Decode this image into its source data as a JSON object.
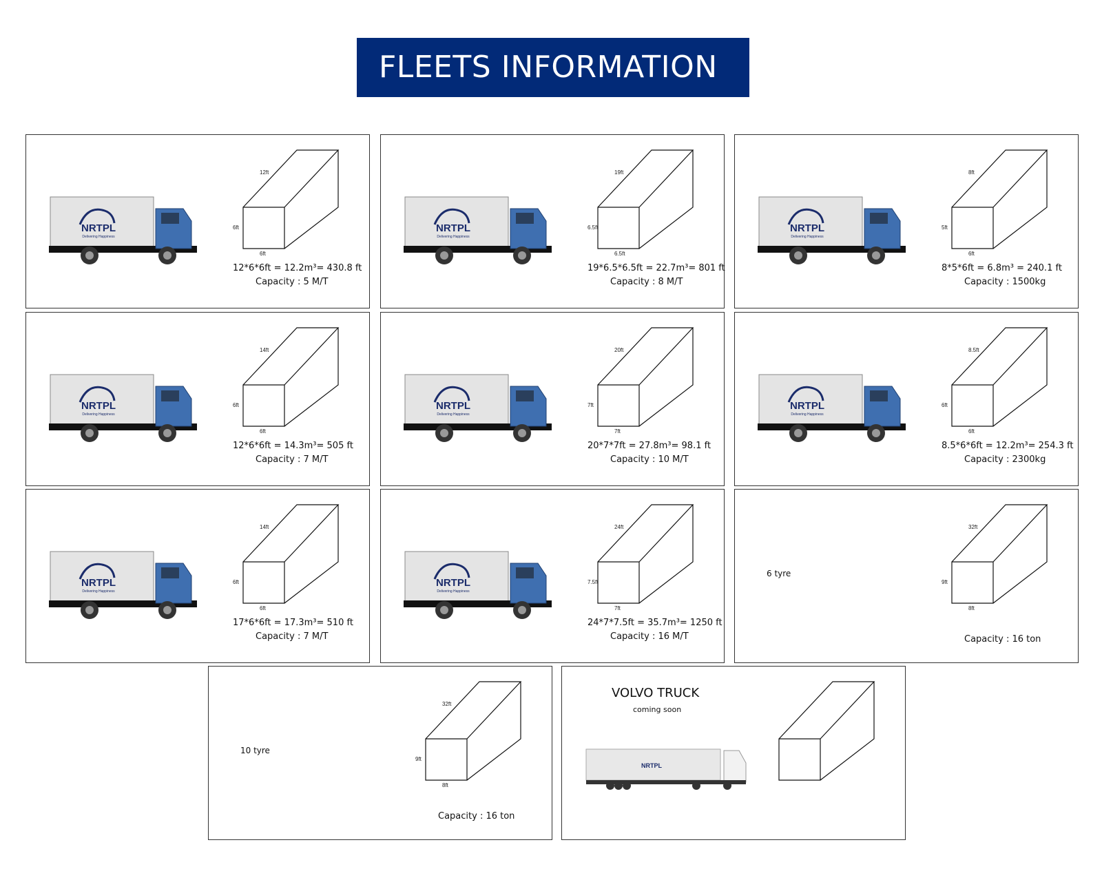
{
  "title": "FLEETS INFORMATION",
  "brand_color": "#022a78",
  "logo_text": "NRTPL",
  "cards": [
    {
      "type": "truck",
      "length": "12ft",
      "height": "6ft",
      "width": "6ft",
      "volume": "12*6*6ft = 12.2m³= 430.8 ft",
      "capacity": "Capacity : 5 M/T"
    },
    {
      "type": "truck",
      "length": "19ft",
      "height": "6.5ft",
      "width": "6.5ft",
      "volume": "19*6.5*6.5ft = 22.7m³= 801 ft",
      "capacity": "Capacity : 8 M/T"
    },
    {
      "type": "truck",
      "length": "8ft",
      "height": "5ft",
      "width": "6ft",
      "volume": "8*5*6ft = 6.8m³ = 240.1 ft",
      "capacity": "Capacity : 1500kg"
    },
    {
      "type": "truck",
      "length": "14ft",
      "height": "6ft",
      "width": "6ft",
      "volume": "12*6*6ft = 14.3m³= 505 ft",
      "capacity": "Capacity : 7 M/T"
    },
    {
      "type": "truck",
      "length": "20ft",
      "height": "7ft",
      "width": "7ft",
      "volume": "20*7*7ft = 27.8m³= 98.1 ft",
      "capacity": "Capacity : 10 M/T"
    },
    {
      "type": "truck",
      "length": "8.5ft",
      "height": "6ft",
      "width": "6ft",
      "volume": "8.5*6*6ft = 12.2m³= 254.3 ft",
      "capacity": "Capacity : 2300kg"
    },
    {
      "type": "truck",
      "length": "14ft",
      "height": "6ft",
      "width": "6ft",
      "volume": "17*6*6ft = 17.3m³= 510 ft",
      "capacity": "Capacity : 7 M/T"
    },
    {
      "type": "truck",
      "length": "24ft",
      "height": "7.5ft",
      "width": "7ft",
      "volume": "24*7*7.5ft = 35.7m³= 1250 ft",
      "capacity": "Capacity : 16 M/T"
    },
    {
      "type": "tyre",
      "label": "6 tyre",
      "length": "32ft",
      "height": "9ft",
      "width": "8ft",
      "capacity": "Capacity : 16 ton"
    },
    {
      "type": "tyre",
      "label": "10 tyre",
      "length": "32ft",
      "height": "9ft",
      "width": "8ft",
      "capacity": "Capacity : 16 ton"
    },
    {
      "type": "volvo",
      "label": "VOLVO TRUCK",
      "sublabel": "coming soon"
    }
  ]
}
